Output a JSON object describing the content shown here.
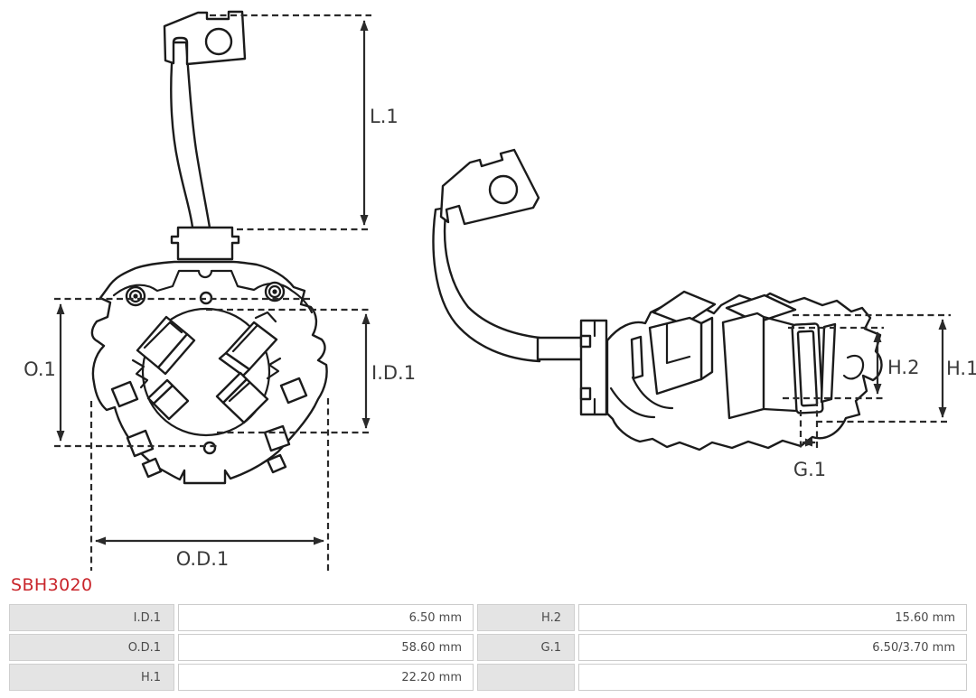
{
  "part_number": "SBH3020",
  "colors": {
    "part_number_red": "#c9252b",
    "drawing_line": "#1b1b1b",
    "table_label_bg": "#e4e4e4",
    "table_border": "#cccccc"
  },
  "drawing": {
    "labels": {
      "l1": "L.1",
      "o1": "O.1",
      "id1": "I.D.1",
      "od1": "O.D.1",
      "h2": "H.2",
      "h1": "H.1",
      "g1": "G.1"
    }
  },
  "table": {
    "rows": [
      {
        "l_label": "I.D.1",
        "l_value": "6.50 mm",
        "r_label": "H.2",
        "r_value": "15.60 mm"
      },
      {
        "l_label": "O.D.1",
        "l_value": "58.60 mm",
        "r_label": "G.1",
        "r_value": "6.50/3.70 mm"
      },
      {
        "l_label": "H.1",
        "l_value": "22.20 mm",
        "r_label": "",
        "r_value": ""
      }
    ]
  }
}
